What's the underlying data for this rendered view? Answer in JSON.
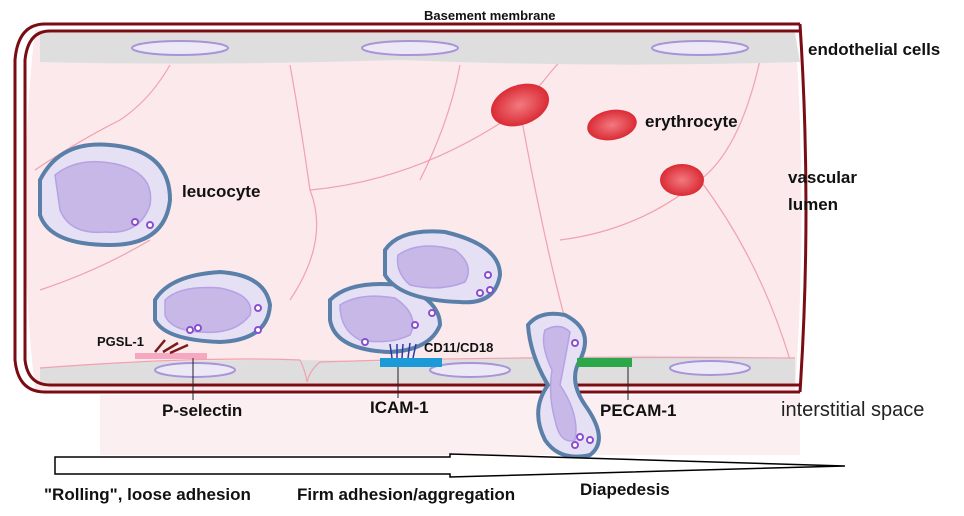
{
  "labels": {
    "basement_membrane": "Basement membrane",
    "endothelial_cells": "endothelial cells",
    "erythrocyte": "erythrocyte",
    "vascular_lumen_1": "vascular",
    "vascular_lumen_2": "lumen",
    "leucocyte": "leucocyte",
    "pgsl1": "PGSL-1",
    "p_selectin": "P-selectin",
    "cd11_cd18": "CD11/CD18",
    "icam1": "ICAM-1",
    "pecam1": "PECAM-1",
    "interstitial_space": "interstitial space"
  },
  "stages": {
    "rolling": "\"Rolling\", loose adhesion",
    "firm": "Firm adhesion/aggregation",
    "diapedesis": "Diapedesis"
  },
  "colors": {
    "vessel_wall": "#7a0c14",
    "lumen": "#fbe9ec",
    "endothelium": "#dcdcdc",
    "leucocyte_membrane": "#5a80aa",
    "leucocyte_nucleus": "#c8b8e8",
    "erythrocyte": "#e0343c",
    "p_selectin": "#f6a8c0",
    "icam1": "#1a9ad6",
    "pecam1": "#2aa84a"
  }
}
